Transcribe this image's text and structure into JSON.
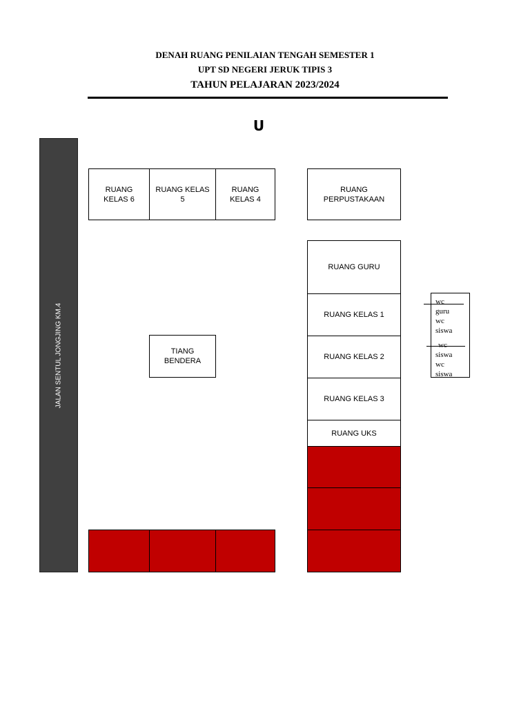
{
  "header": {
    "line1": "DENAH  RUANG PENILAIAN TENGAH SEMESTER 1",
    "line2": "UPT SD NEGERI JERUK TIPIS 3",
    "line3": "TAHUN PELAJARAN 2023/2024"
  },
  "compass": "U",
  "road_label": "JALAN SENTUL JONGJING KM.4",
  "rooms": {
    "kelas6": "RUANG KELAS 6",
    "kelas5": "RUANG KELAS 5",
    "kelas4": "RUANG KELAS 4",
    "perpustakaan": "RUANG PERPUSTAKAAN",
    "guru": "RUANG GURU",
    "kelas1": "RUANG KELAS 1",
    "kelas2": "RUANG KELAS 2",
    "kelas3": "RUANG KELAS 3",
    "uks": "RUANG UKS",
    "tiang": "TIANG BENDERA"
  },
  "wc": {
    "top": [
      "wc",
      "guru",
      "wc",
      "siswa"
    ],
    "bottom": [
      "wc",
      "siswa",
      "wc",
      "siswa"
    ]
  },
  "colors": {
    "highlight": "#c00000",
    "road": "#404040"
  }
}
